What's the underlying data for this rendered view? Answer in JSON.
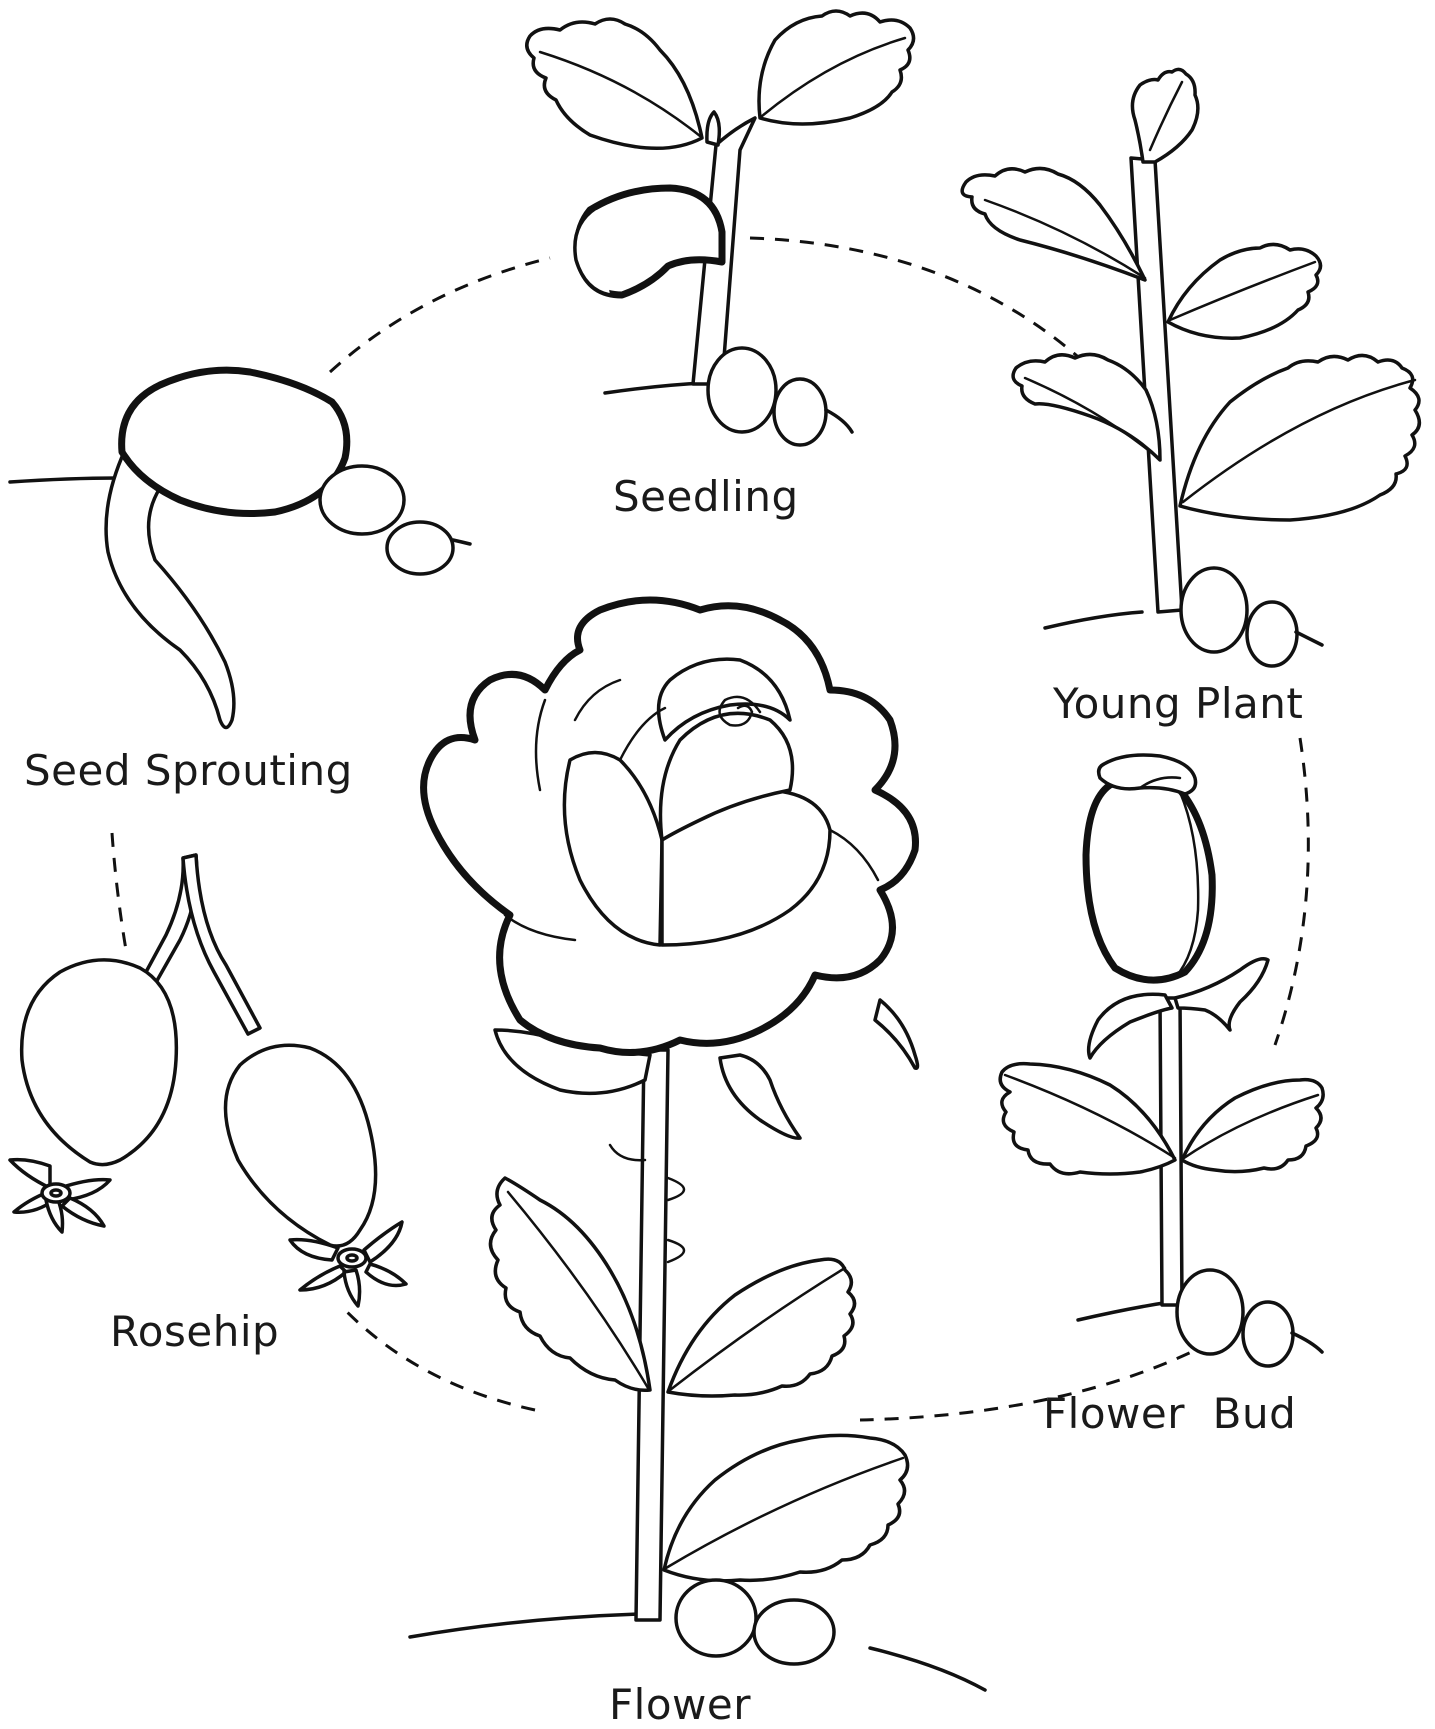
{
  "diagram": {
    "stages": [
      {
        "id": "seedling",
        "label": "Seedling"
      },
      {
        "id": "young-plant",
        "label": "Young Plant"
      },
      {
        "id": "flower-bud",
        "label": "Flower  Bud"
      },
      {
        "id": "flower",
        "label": "Flower"
      },
      {
        "id": "rosehip",
        "label": "Rosehip"
      },
      {
        "id": "seed-sprouting",
        "label": "Seed Sprouting"
      }
    ],
    "colors": {
      "line": "#111111",
      "background": "#ffffff"
    }
  }
}
